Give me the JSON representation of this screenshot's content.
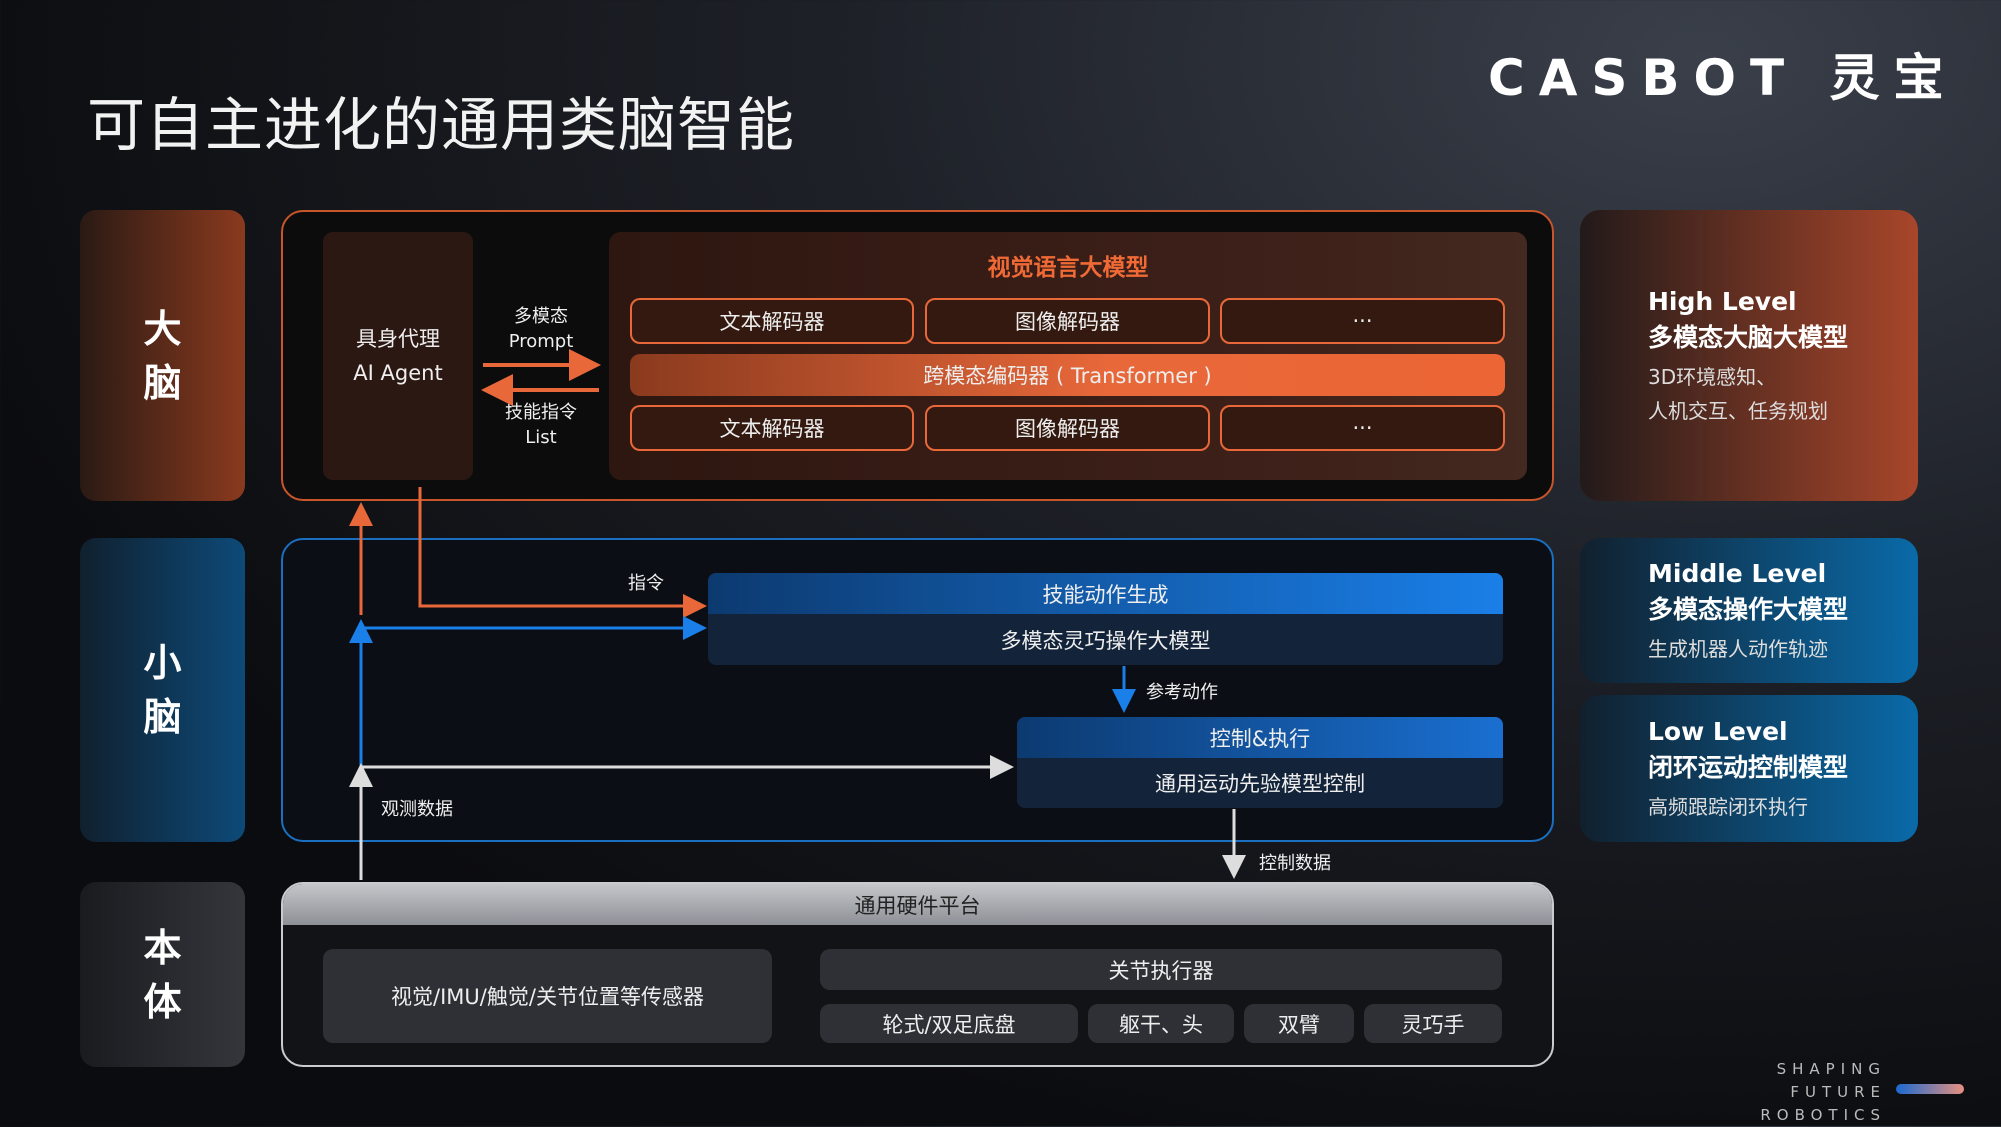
{
  "title": "可自主进化的通用类脑智能",
  "logo": {
    "text": "CASBOT 灵宝"
  },
  "tagline": {
    "line1": "SHAPING FUTURE",
    "line2": "ROBOTICS"
  },
  "layers": {
    "brain": "大\n脑",
    "cerebellum": "小\n脑",
    "body": "本\n体"
  },
  "top": {
    "agent": {
      "line1": "具身代理",
      "line2": "AI Agent"
    },
    "prompt": {
      "line1": "多模态",
      "line2": "Prompt"
    },
    "skill": {
      "line1": "技能指令",
      "line2": "List"
    },
    "vlm": {
      "title": "视觉语言大模型",
      "row1": [
        "文本解码器",
        "图像解码器",
        "···"
      ],
      "encoder": "跨模态编码器 ( Transformer )",
      "row2": [
        "文本解码器",
        "图像解码器",
        "···"
      ]
    }
  },
  "middle": {
    "instruction": "指令",
    "skill_gen": {
      "header": "技能动作生成",
      "body": "多模态灵巧操作大模型"
    },
    "reference": "参考动作",
    "control": {
      "header": "控制&执行",
      "body": "通用运动先验模型控制"
    },
    "observation": "观测数据",
    "control_data": "控制数据"
  },
  "bottom": {
    "header": "通用硬件平台",
    "sensors": "视觉/IMU/触觉/关节位置等传感器",
    "actuator": "关节执行器",
    "parts": [
      "轮式/双足底盘",
      "躯干、头",
      "双臂",
      "灵巧手"
    ]
  },
  "cards": [
    {
      "level": "High Level",
      "name": "多模态大脑大模型",
      "desc": "3D环境感知、\n人机交互、任务规划"
    },
    {
      "level": "Middle Level",
      "name": "多模态操作大模型",
      "desc": "生成机器人动作轨迹"
    },
    {
      "level": "Low Level",
      "name": "闭环运动控制模型",
      "desc": "高频跟踪闭环执行"
    }
  ],
  "colors": {
    "orange": "#e8683a",
    "blue": "#1a7fe8",
    "body_gray": "#2e3035"
  }
}
